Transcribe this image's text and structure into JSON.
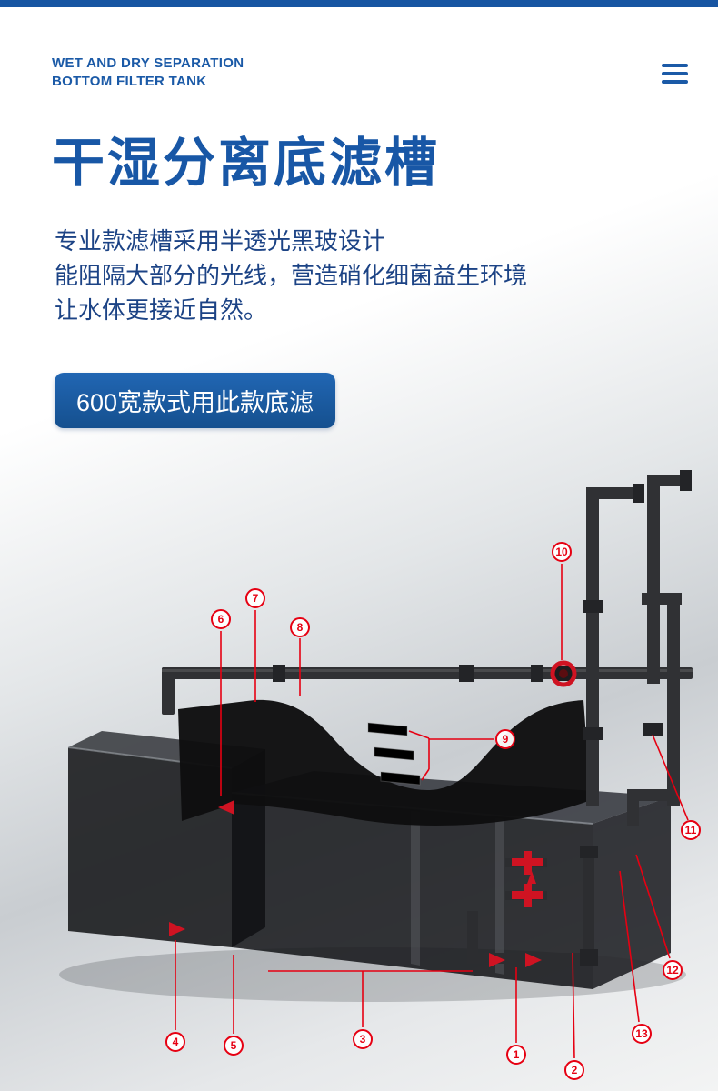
{
  "header": {
    "tagline_line1": "WET AND DRY SEPARATION",
    "tagline_line2": "BOTTOM FILTER TANK"
  },
  "hero": {
    "title": "干湿分离底滤槽",
    "description_lines": [
      "专业款滤槽采用半透光黑玻设计",
      "能阻隔大部分的光线，营造硝化细菌益生环境",
      "让水体更接近自然。"
    ],
    "badge_label": "600宽款式用此款底滤"
  },
  "diagram": {
    "subject": "wet-dry-separation-bottom-filter-sump-tank",
    "callouts": [
      {
        "number": "1"
      },
      {
        "number": "2"
      },
      {
        "number": "3"
      },
      {
        "number": "4"
      },
      {
        "number": "5"
      },
      {
        "number": "6"
      },
      {
        "number": "7"
      },
      {
        "number": "8"
      },
      {
        "number": "9"
      },
      {
        "number": "10"
      },
      {
        "number": "11"
      },
      {
        "number": "12"
      },
      {
        "number": "13"
      }
    ]
  },
  "colors": {
    "accent_blue": "#1b5aa7",
    "text_navy": "#1c4385",
    "callout_red": "#e60012"
  }
}
